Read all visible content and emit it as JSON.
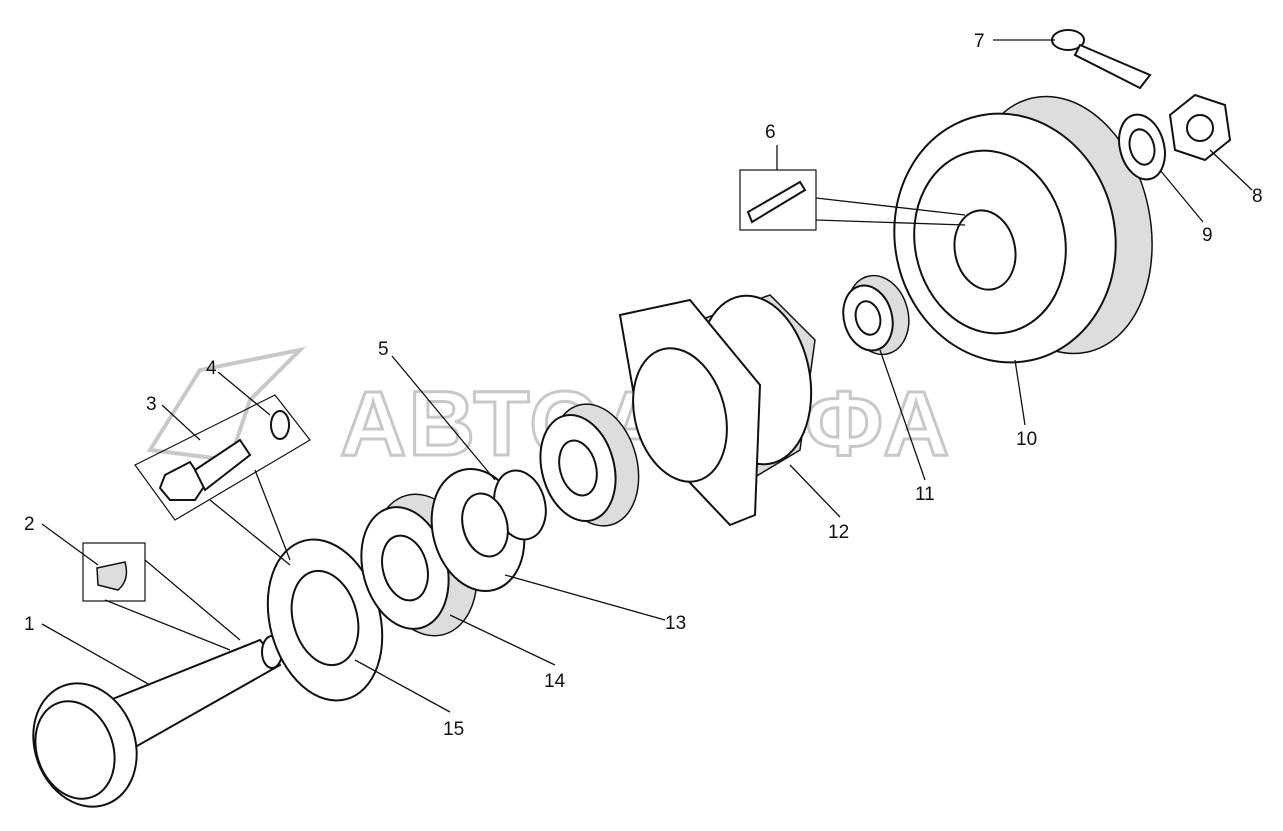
{
  "watermark": {
    "text": "АВТОАЛЬФА"
  },
  "callouts": [
    {
      "id": "1",
      "label": "1"
    },
    {
      "id": "2",
      "label": "2"
    },
    {
      "id": "3",
      "label": "3"
    },
    {
      "id": "4",
      "label": "4"
    },
    {
      "id": "5",
      "label": "5"
    },
    {
      "id": "6",
      "label": "6"
    },
    {
      "id": "7",
      "label": "7"
    },
    {
      "id": "8",
      "label": "8"
    },
    {
      "id": "9",
      "label": "9"
    },
    {
      "id": "10",
      "label": "10"
    },
    {
      "id": "11",
      "label": "11"
    },
    {
      "id": "12",
      "label": "12"
    },
    {
      "id": "13",
      "label": "13"
    },
    {
      "id": "14",
      "label": "14"
    },
    {
      "id": "15",
      "label": "15"
    }
  ]
}
